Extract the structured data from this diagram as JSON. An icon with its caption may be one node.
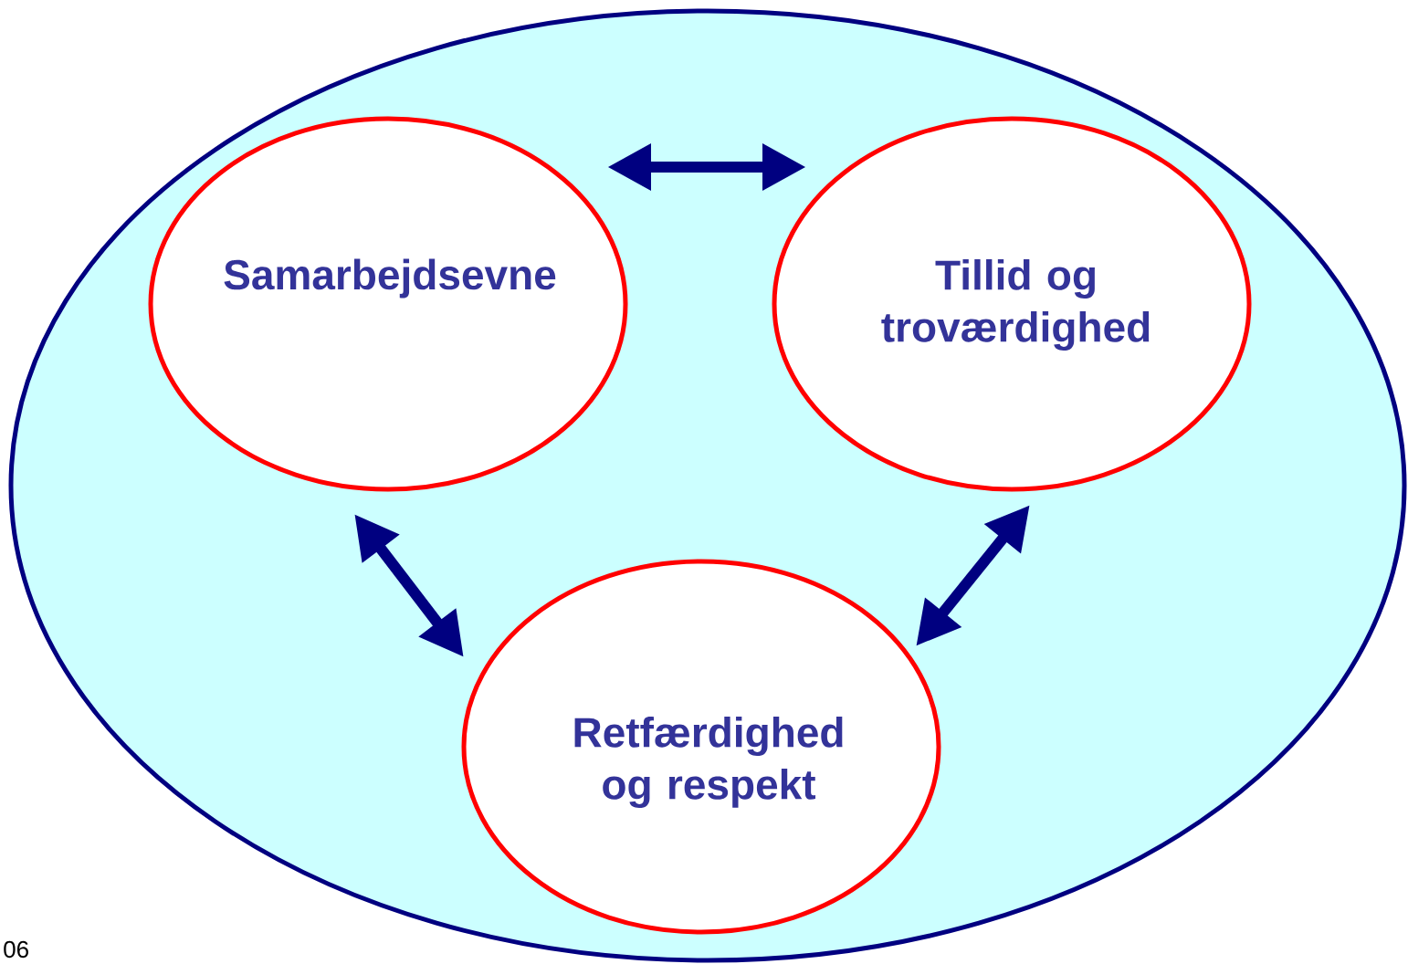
{
  "diagram": {
    "nodes": [
      {
        "text": [],
        "shape": "ellipse"
      },
      {
        "text": [
          "Samarbejdsevne"
        ],
        "in": 0
      },
      {
        "text": [
          "Tillid og troværdighed"
        ],
        "in": 0
      },
      {
        "text": [
          "Retfærdighed og respekt"
        ],
        "in": 0
      }
    ],
    "edges": [
      {
        "from": 1,
        "to": 2,
        "arrow": "both"
      },
      {
        "from": 1,
        "to": 3,
        "arrow": "both"
      },
      {
        "from": 2,
        "to": 3,
        "arrow": "both"
      }
    ],
    "labels": [
      "06"
    ]
  }
}
